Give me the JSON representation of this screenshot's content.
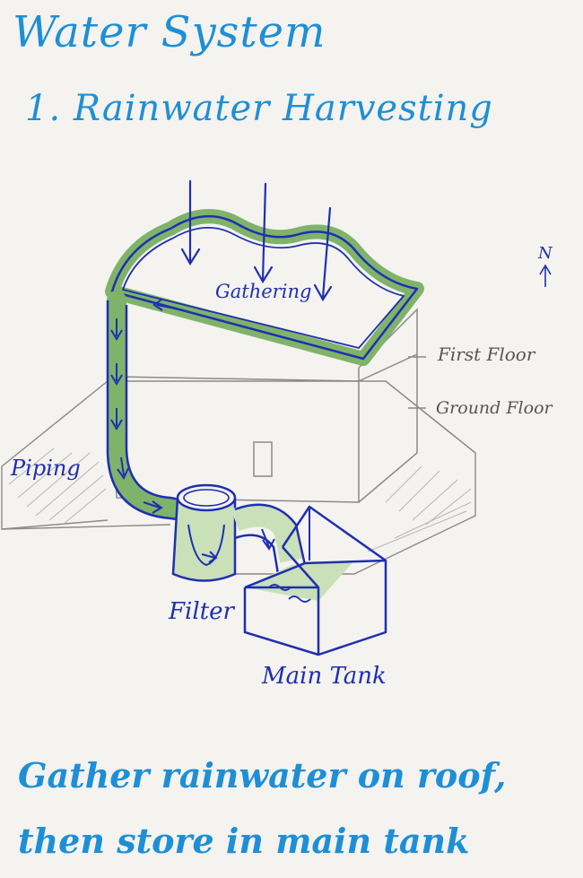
{
  "title": "Water System",
  "subtitle": "1. Rainwater Harvesting",
  "labels": {
    "gathering": "Gathering",
    "first_floor": "First Floor",
    "ground_floor": "Ground Floor",
    "piping": "Piping",
    "filter": "Filter",
    "main_tank": "Main Tank",
    "north": "N"
  },
  "caption": {
    "line1": "Gather rainwater on roof,",
    "line2": "then store in main tank"
  },
  "colors": {
    "title_blue": "#1e8fd6",
    "ink_blue": "#1f2fb0",
    "water_green": "#7fb36a",
    "pencil": "#8a8a8a"
  }
}
